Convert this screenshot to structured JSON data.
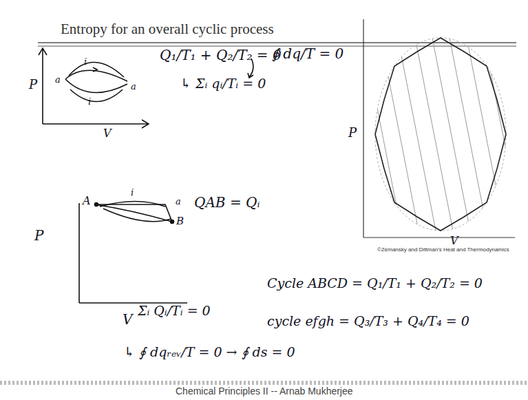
{
  "diagram": {
    "title": "Entropy for an overall cyclic process",
    "labels": [
      "P",
      "V",
      "a",
      "i",
      "i",
      "a",
      "Q₁/T₁ + Q₂/T₂ = 0",
      "∮ dq/T = 0",
      "↳ Σᵢ qᵢ/Tᵢ = 0",
      "P",
      "V",
      "A",
      "i",
      "a",
      "B",
      "QAB = Qᵢ",
      "Cycle ABCD = Q₁/T₁ + Q₂/T₂ = 0",
      "cycle efgh = Q₃/T₃ + Q₄/T₄ = 0",
      "Σᵢ Qᵢ/Tᵢ = 0",
      "↳ ∮ dqᵣₑᵥ/T = 0 → ∮ ds = 0",
      "P",
      "V",
      "©Zemansky and Dittman's Heat and Thermodynamics",
      "Chemical Principles II -- Arnab Mukherjee"
    ]
  }
}
